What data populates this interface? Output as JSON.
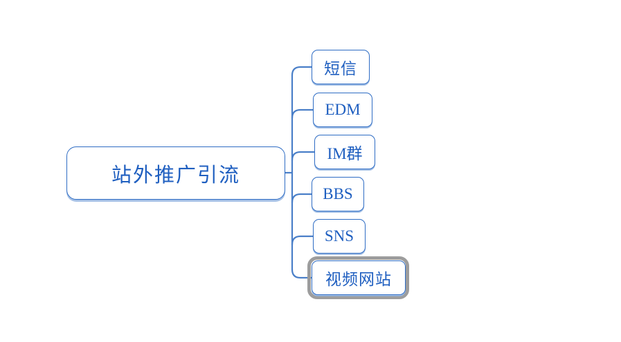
{
  "diagram": {
    "type": "mindmap",
    "orientation": "left-to-right",
    "background_color": "#FFFFFF",
    "node_border_color": "#2E6CC4",
    "node_text_color": "#1F5FC0",
    "connector_color": "#4A7FC8",
    "selection_color": "#9D9D9D",
    "root": {
      "label": "站外推广引流"
    },
    "children": [
      {
        "label": "短信",
        "selected": false
      },
      {
        "label": "EDM",
        "selected": false
      },
      {
        "label": "IM群",
        "selected": false
      },
      {
        "label": "BBS",
        "selected": false
      },
      {
        "label": "SNS",
        "selected": false
      },
      {
        "label": "视频网站",
        "selected": true
      }
    ]
  }
}
